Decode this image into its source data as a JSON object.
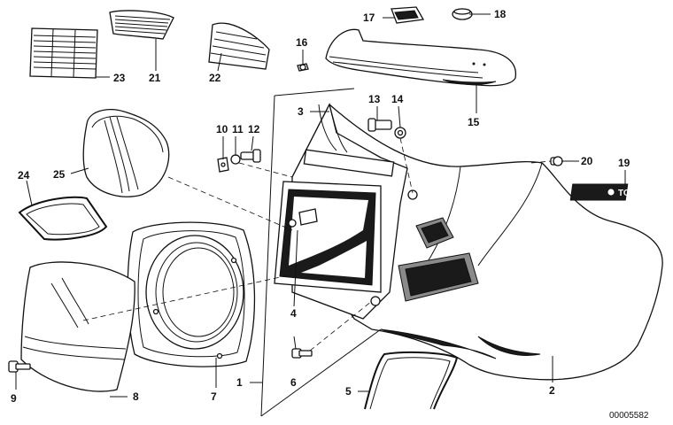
{
  "diagram": {
    "callouts": {
      "c1": "1",
      "c2": "2",
      "c3": "3",
      "c4": "4",
      "c5": "5",
      "c6": "6",
      "c7": "7",
      "c8": "8",
      "c9": "9",
      "c10": "10",
      "c11": "11",
      "c12": "12",
      "c13": "13",
      "c14": "14",
      "c15": "15",
      "c16": "16",
      "c17": "17",
      "c18": "18",
      "c19": "19",
      "c20": "20",
      "c21": "21",
      "c22": "22",
      "c23": "23",
      "c24": "24",
      "c25": "25"
    },
    "badge_text": "TOURING",
    "document_number": "00005582"
  }
}
